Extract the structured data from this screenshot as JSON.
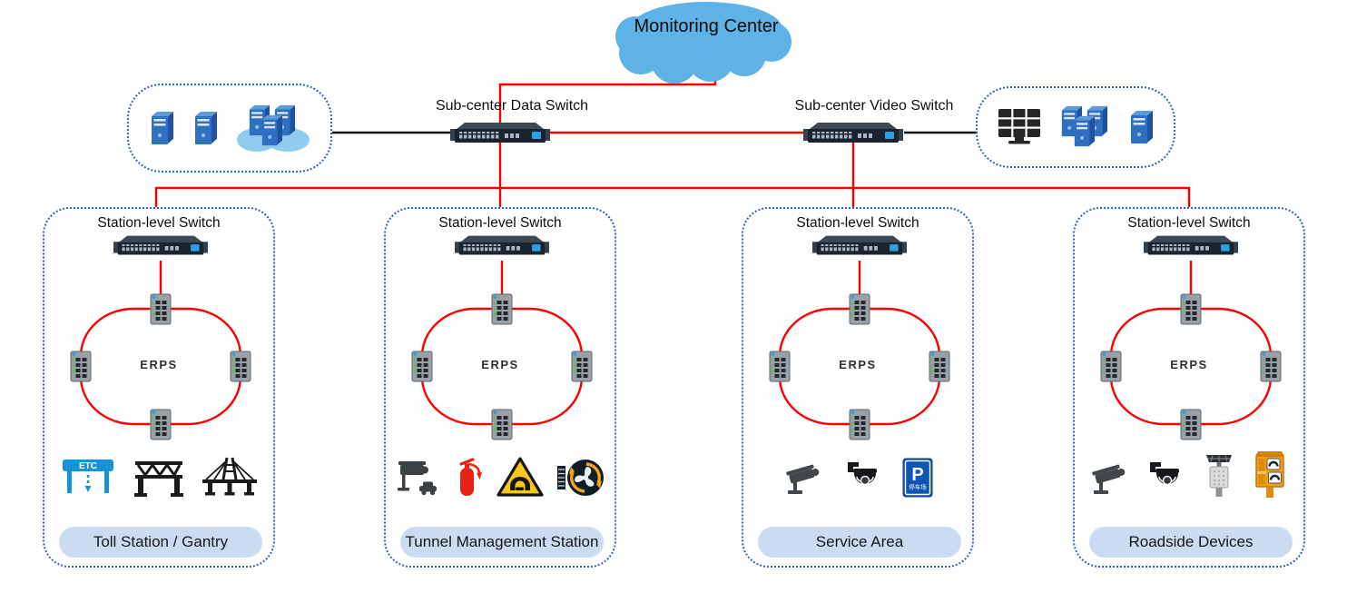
{
  "cloud": {
    "label": "Monitoring Center"
  },
  "subcenter": {
    "data_switch_label": "Sub-center Data Switch",
    "video_switch_label": "Sub-center Video Switch",
    "left_group": {
      "icons": [
        "server-icon",
        "server-icon",
        "cloud-servers-icon"
      ]
    },
    "right_group": {
      "icons": [
        "video-wall-icon",
        "server-cluster-icon",
        "server-icon"
      ]
    }
  },
  "stations": [
    {
      "switch_label": "Station-level Switch",
      "ring_label": "ERPS",
      "name": "Toll Station / Gantry",
      "icons": [
        "etc-gantry-icon",
        "gantry-frame-icon",
        "bridge-icon"
      ]
    },
    {
      "switch_label": "Station-level Switch",
      "ring_label": "ERPS",
      "name": "Tunnel Management Station",
      "icons": [
        "traffic-camera-icon",
        "fire-extinguisher-icon",
        "tunnel-warning-icon",
        "ventilation-fan-icon"
      ]
    },
    {
      "switch_label": "Station-level Switch",
      "ring_label": "ERPS",
      "name": "Service Area",
      "icons": [
        "cctv-camera-icon",
        "dome-camera-icon",
        "parking-sign-icon"
      ]
    },
    {
      "switch_label": "Station-level Switch",
      "ring_label": "ERPS",
      "name": "Roadside Devices",
      "icons": [
        "cctv-camera-icon",
        "dome-camera-icon",
        "solar-beacon-icon",
        "sos-phone-icon"
      ]
    }
  ],
  "icon_texts": {
    "etc": "ETC",
    "parking_p": "P",
    "parking_cn": "停车场",
    "sos": "SOS"
  },
  "colors": {
    "line_red": "#fa0000",
    "line_black": "#141414",
    "cloud_blue": "#5fb2e5",
    "pill_bg": "#cbdbf2",
    "dashed_border": "#3465b5"
  }
}
